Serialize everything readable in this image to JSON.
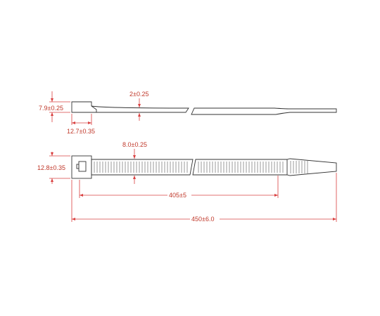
{
  "diagram": {
    "side_view": {
      "head_height_label": "7.9±0.25",
      "head_length_label": "12.7±0.35",
      "strap_thickness_label": "2±0.25"
    },
    "top_view": {
      "head_width_label": "12.8±0.35",
      "strap_width_label": "8.0±0.25",
      "serrated_length_label": "405±5",
      "overall_length_label": "450±6.0"
    }
  },
  "colors": {
    "dimension": "#d94040",
    "outline": "#333333"
  }
}
